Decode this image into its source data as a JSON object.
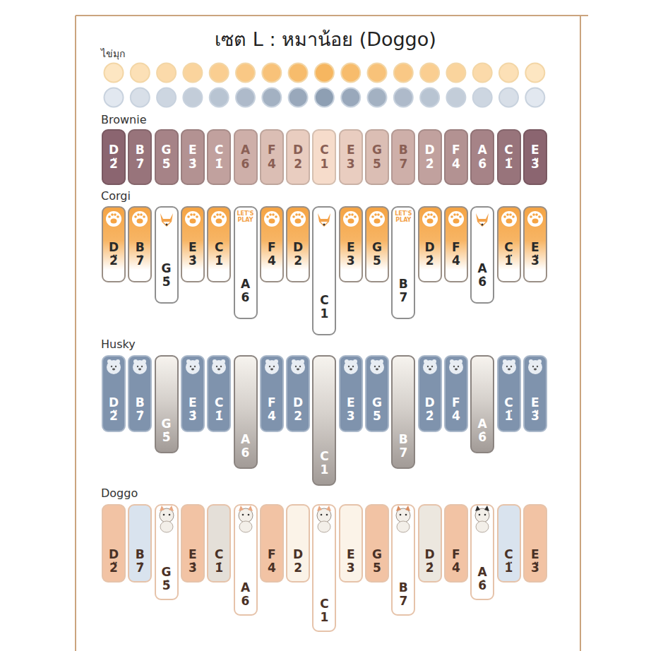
{
  "diagram": {
    "title": "เซต L : หมาน้อย (Doggo)",
    "nodes": [
      {
        "text": [
          "D",
          "2̈"
        ]
      },
      {
        "text": [
          "B",
          "7̇"
        ]
      },
      {
        "text": [
          "G",
          "5̇"
        ]
      },
      {
        "text": [
          "E",
          "3̇"
        ]
      },
      {
        "text": [
          "C",
          "1̇"
        ]
      },
      {
        "text": [
          "A",
          "6"
        ]
      },
      {
        "text": [
          "F",
          "4"
        ]
      },
      {
        "text": [
          "D",
          "2"
        ]
      },
      {
        "text": [
          "C",
          "1"
        ]
      },
      {
        "text": [
          "E",
          "3"
        ]
      },
      {
        "text": [
          "G",
          "5"
        ]
      },
      {
        "text": [
          "B",
          "7"
        ]
      },
      {
        "text": [
          "D",
          "2̇"
        ]
      },
      {
        "text": [
          "F",
          "4̇"
        ]
      },
      {
        "text": [
          "A",
          "6̇"
        ]
      },
      {
        "text": [
          "C",
          "1̈"
        ]
      },
      {
        "text": [
          "E",
          "3̈"
        ]
      },
      {
        "text": [
          "D",
          "2̈"
        ]
      },
      {
        "text": [
          "B",
          "7̇"
        ]
      },
      {
        "text": [
          "G",
          "5̇"
        ]
      },
      {
        "text": [
          "E",
          "3̇"
        ]
      },
      {
        "text": [
          "C",
          "1̇"
        ]
      },
      {
        "text": [
          "A",
          "6"
        ]
      },
      {
        "text": [
          "F",
          "4"
        ]
      },
      {
        "text": [
          "D",
          "2"
        ]
      },
      {
        "text": [
          "C",
          "1"
        ]
      },
      {
        "text": [
          "E",
          "3"
        ]
      },
      {
        "text": [
          "G",
          "5"
        ]
      },
      {
        "text": [
          "B",
          "7"
        ]
      },
      {
        "text": [
          "D",
          "2̇"
        ]
      },
      {
        "text": [
          "F",
          "4̇"
        ]
      },
      {
        "text": [
          "A",
          "6̇"
        ]
      },
      {
        "text": [
          "C",
          "1̈"
        ]
      },
      {
        "text": [
          "E",
          "3̈"
        ]
      },
      {
        "text": [
          "D",
          "2̈"
        ]
      },
      {
        "text": [
          "B",
          "7̇"
        ]
      },
      {
        "text": [
          "G",
          "5̇"
        ]
      },
      {
        "text": [
          "E",
          "3̇"
        ]
      },
      {
        "text": [
          "C",
          "1̇"
        ]
      },
      {
        "text": [
          "A",
          "6"
        ]
      },
      {
        "text": [
          "F",
          "4"
        ]
      },
      {
        "text": [
          "D",
          "2"
        ]
      },
      {
        "text": [
          "C",
          "1"
        ]
      },
      {
        "text": [
          "E",
          "3"
        ]
      },
      {
        "text": [
          "G",
          "5"
        ]
      },
      {
        "text": [
          "B",
          "7"
        ]
      },
      {
        "text": [
          "D",
          "2̇"
        ]
      },
      {
        "text": [
          "F",
          "4̇"
        ]
      },
      {
        "text": [
          "A",
          "6̇"
        ]
      },
      {
        "text": [
          "C",
          "1̈"
        ]
      },
      {
        "text": [
          "E",
          "3̈"
        ]
      },
      {
        "text": [
          "D",
          "2̈"
        ]
      },
      {
        "text": [
          "B",
          "7̇"
        ]
      },
      {
        "text": [
          "G",
          "5̇"
        ]
      },
      {
        "text": [
          "E",
          "3̇"
        ]
      },
      {
        "text": [
          "C",
          "1̇"
        ]
      },
      {
        "text": [
          "A",
          "6"
        ]
      },
      {
        "text": [
          "F",
          "4"
        ]
      },
      {
        "text": [
          "D",
          "2"
        ]
      },
      {
        "text": [
          "C",
          "1"
        ]
      },
      {
        "text": [
          "E",
          "3"
        ]
      },
      {
        "text": [
          "G",
          "5"
        ]
      },
      {
        "text": [
          "B",
          "7"
        ]
      },
      {
        "text": [
          "D",
          "2̇"
        ]
      },
      {
        "text": [
          "F",
          "4̇"
        ]
      },
      {
        "text": [
          "A",
          "6̇"
        ]
      },
      {
        "text": [
          "C",
          "1̈"
        ]
      },
      {
        "text": [
          "E",
          "3̈"
        ]
      }
    ],
    "labels": [
      "ไข่มุก",
      "Brownie",
      "Corgi",
      "Husky",
      "Doggo",
      "LET'S PLAY",
      "LET'S PLAY"
    ]
  }
}
